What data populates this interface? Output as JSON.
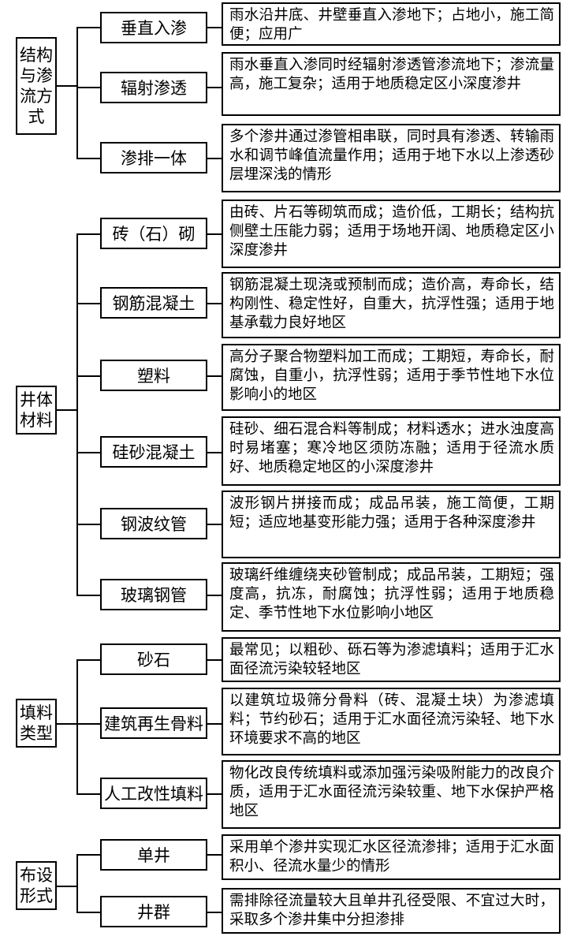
{
  "groups": [
    {
      "label": "结构与渗流方式",
      "items": [
        {
          "label": "垂直入渗",
          "desc": "雨水沿井底、井壁垂直入渗地下；占地小，施工简便；应用广"
        },
        {
          "label": "辐射渗透",
          "desc": "雨水垂直入渗同时经辐射渗透管渗流地下；渗流量高，施工复杂；适用于地质稳定区小深度渗井"
        },
        {
          "label": "渗排一体",
          "desc": "多个渗井通过渗管相串联，同时具有渗透、转输雨水和调节峰值流量作用；适用于地下水以上渗透砂层埋深浅的情形"
        }
      ]
    },
    {
      "label": "井体材料",
      "items": [
        {
          "label": "砖（石）砌",
          "desc": "由砖、片石等砌筑而成；造价低，工期长；结构抗侧壁土压能力弱；适用于场地开阔、地质稳定区小深度渗井"
        },
        {
          "label": "钢筋混凝土",
          "desc": "钢筋混凝土现浇或预制而成；造价高，寿命长，结构刚性、稳定性好，自重大，抗浮性强；适用于地基承载力良好地区"
        },
        {
          "label": "塑料",
          "desc": "高分子聚合物塑料加工而成；工期短，寿命长，耐腐蚀，自重小，抗浮性弱；适用于季节性地下水位影响小的地区"
        },
        {
          "label": "硅砂混凝土",
          "desc": "硅砂、细石混合料等制成；材料透水；进水浊度高时易堵塞；寒冷地区须防冻融；适用于径流水质好、地质稳定地区的小深度渗井"
        },
        {
          "label": "钢波纹管",
          "desc": "波形钢片拼接而成；成品吊装，施工简便，工期短；适应地基变形能力强；适用于各种深度渗井"
        },
        {
          "label": "玻璃钢管",
          "desc": "玻璃纤维缠绕夹砂管制成；成品吊装，工期短；强度高，抗冻，耐腐蚀；抗浮性弱；适用于地质稳定、季节性地下水位影响小地区"
        }
      ]
    },
    {
      "label": "填料类型",
      "items": [
        {
          "label": "砂石",
          "desc": "最常见；以粗砂、砾石等为渗滤填料；适用于汇水面径流污染较轻地区"
        },
        {
          "label": "建筑再生骨料",
          "desc": "以建筑垃圾筛分骨料（砖、混凝土块）为渗滤填料；节约砂石；适用于汇水面径流污染轻、地下水环境要求不高的地区"
        },
        {
          "label": "人工改性填料",
          "desc": "物化改良传统填料或添加强污染吸附能力的改良介质，适用于汇水面径流污染较重、地下水保护严格地区"
        }
      ]
    },
    {
      "label": "布设形式",
      "items": [
        {
          "label": "单井",
          "desc": "采用单个渗井实现汇水区径流渗排；适用于汇水面积小、径流水量少的情形"
        },
        {
          "label": "井群",
          "desc": "需排除径流量较大且单井孔径受限、不宜过大时，采取多个渗井集中分担渗排"
        }
      ]
    }
  ]
}
